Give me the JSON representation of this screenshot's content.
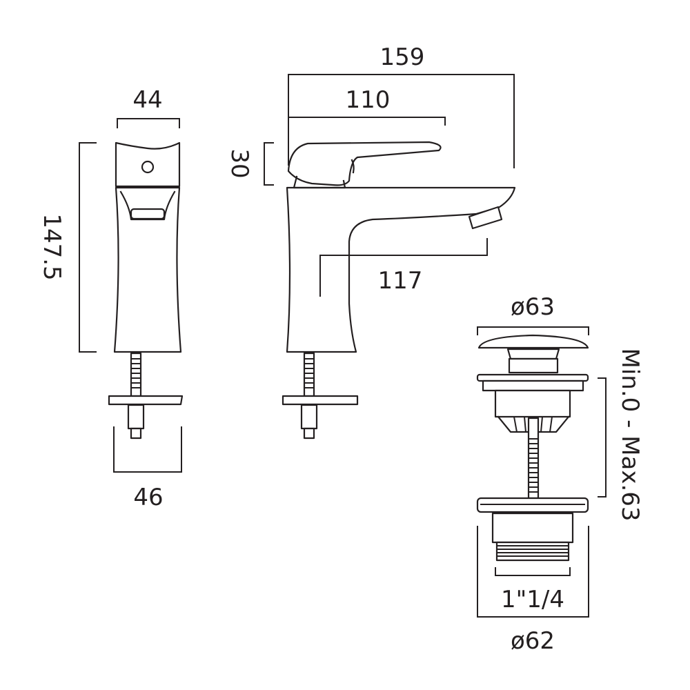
{
  "dimensions": {
    "side_top_width": "44",
    "side_height": "147.5",
    "side_base_width": "46",
    "overall_length": "159",
    "lever_length": "110",
    "lever_height": "30",
    "spout_reach": "117",
    "waste_head_diameter": "ø63",
    "waste_adjustment": "Min.0 - Max.63",
    "waste_thread": "1\"1/4",
    "waste_body_diameter": "ø62"
  }
}
